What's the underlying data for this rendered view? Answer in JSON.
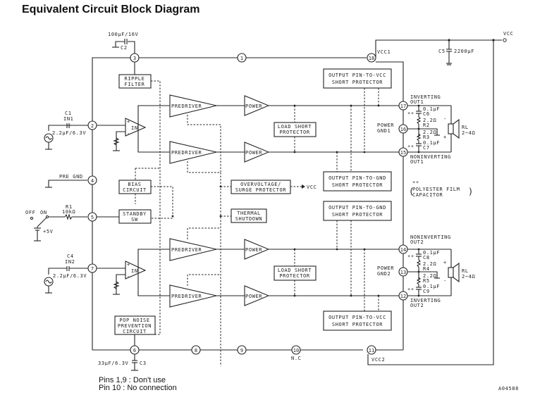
{
  "title": "Equivalent Circuit Block Diagram",
  "notes": [
    "Pins 1,9 : Don't use",
    "Pin 10 : No connection"
  ],
  "reference_code": "A04588",
  "blocks": {
    "ripple_filter": [
      "RIPPLE",
      "FILTER"
    ],
    "bias_circuit": [
      "BIAS",
      "CIRCUIT"
    ],
    "standby_sw": [
      "STANDBY",
      "SW"
    ],
    "pop_noise": [
      "POP NOISE",
      "PREVENTION",
      "CIRCUIT"
    ],
    "overvoltage": [
      "OVERVOLTAGE/",
      "SURGE PROTECTOR"
    ],
    "thermal": [
      "THERMAL",
      "SHUTDOWN"
    ],
    "load_short_1": [
      "LOAD SHORT",
      "PROTECTOR"
    ],
    "load_short_2": [
      "LOAD SHORT",
      "PROTECTOR"
    ],
    "pin_to_vcc_1": [
      "OUTPUT PIN-TO-VCC",
      "SHORT PROTECTOR"
    ],
    "pin_to_gnd_1": [
      "OUTPUT PIN-TO-GND",
      "SHORT PROTECTOR"
    ],
    "pin_to_gnd_2": [
      "OUTPUT PIN-TO-GND",
      "SHORT PROTECTOR"
    ],
    "pin_to_vcc_2": [
      "OUTPUT PIN-TO-VCC",
      "SHORT PROTECTOR"
    ],
    "in_amp": "IN",
    "predriver": "PREDRIVER",
    "power": "POWER"
  },
  "pins": [
    "1",
    "2",
    "3",
    "4",
    "5",
    "6",
    "7",
    "8",
    "9",
    "10",
    "11",
    "12",
    "13",
    "14",
    "15",
    "16",
    "17",
    "18"
  ],
  "labels": {
    "vcc": "VCC",
    "vcc_arrow": "VCC",
    "vcc1": "VCC1",
    "vcc2": "VCC2",
    "nc": "N.C",
    "c2": "C2",
    "c2_value": "100µF/16V",
    "c5": "C5",
    "c5_value": "2200µF",
    "c1": "C1",
    "in1": "IN1",
    "c1_value": "2.2µF/6.3V",
    "c4": "C4",
    "in2": "IN2",
    "c4_value": "2.2µF/6.3V",
    "pre_gnd": "PRE GND",
    "r1": "R1",
    "r1_value": "10kΩ",
    "off": "OFF",
    "on": "ON",
    "plus5v": "+5V",
    "c3_value": "33µF/6.3V",
    "c3": "C3",
    "inverting_out1": [
      "INVERTING",
      "OUT1"
    ],
    "noninverting_out1": [
      "NONINVERTING",
      "OUT1"
    ],
    "power_gnd1": [
      "POWER",
      "GND1"
    ],
    "noninverting_out2": [
      "NONINVERTING",
      "OUT2"
    ],
    "inverting_out2": [
      "INVERTING",
      "OUT2"
    ],
    "power_gnd2": [
      "POWER",
      "GND2"
    ],
    "c6": "C6",
    "c7": "C7",
    "c8": "C8",
    "c9": "C9",
    "cap_small": "0.1µF",
    "r2": "R2",
    "r3": "R3",
    "r4": "R4",
    "r5": "R5",
    "r_small": "2.2Ω",
    "rl": "RL",
    "rl_value": "2~4Ω",
    "stars": "**",
    "polyester": [
      "**",
      "POLYESTER FILM",
      "CAPACITOR"
    ]
  }
}
